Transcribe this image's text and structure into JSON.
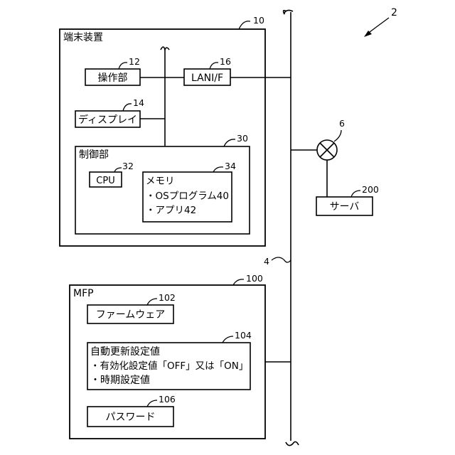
{
  "figure_ref": "2",
  "network_ref": "4",
  "terminal": {
    "ref": "10",
    "title": "端末装置",
    "operation": {
      "ref": "12",
      "label": "操作部"
    },
    "lan_if": {
      "ref": "16",
      "label": "LANI/F"
    },
    "display": {
      "ref": "14",
      "label": "ディスプレイ"
    },
    "control": {
      "ref": "30",
      "title": "制御部",
      "cpu": {
        "ref": "32",
        "label": "CPU"
      },
      "memory": {
        "ref": "34",
        "title": "メモリ",
        "items": [
          "・OSプログラム40",
          "・アプリ42"
        ]
      }
    }
  },
  "router": {
    "ref": "6"
  },
  "server": {
    "ref": "200",
    "label": "サーバ"
  },
  "mfp": {
    "ref": "100",
    "title": "MFP",
    "firmware": {
      "ref": "102",
      "label": "ファームウェア"
    },
    "auto_update": {
      "ref": "104",
      "title": "自動更新設定値",
      "items": [
        "・有効化設定値「OFF」又は「ON」",
        "・時期設定値"
      ]
    },
    "password": {
      "ref": "106",
      "label": "パスワード"
    }
  }
}
